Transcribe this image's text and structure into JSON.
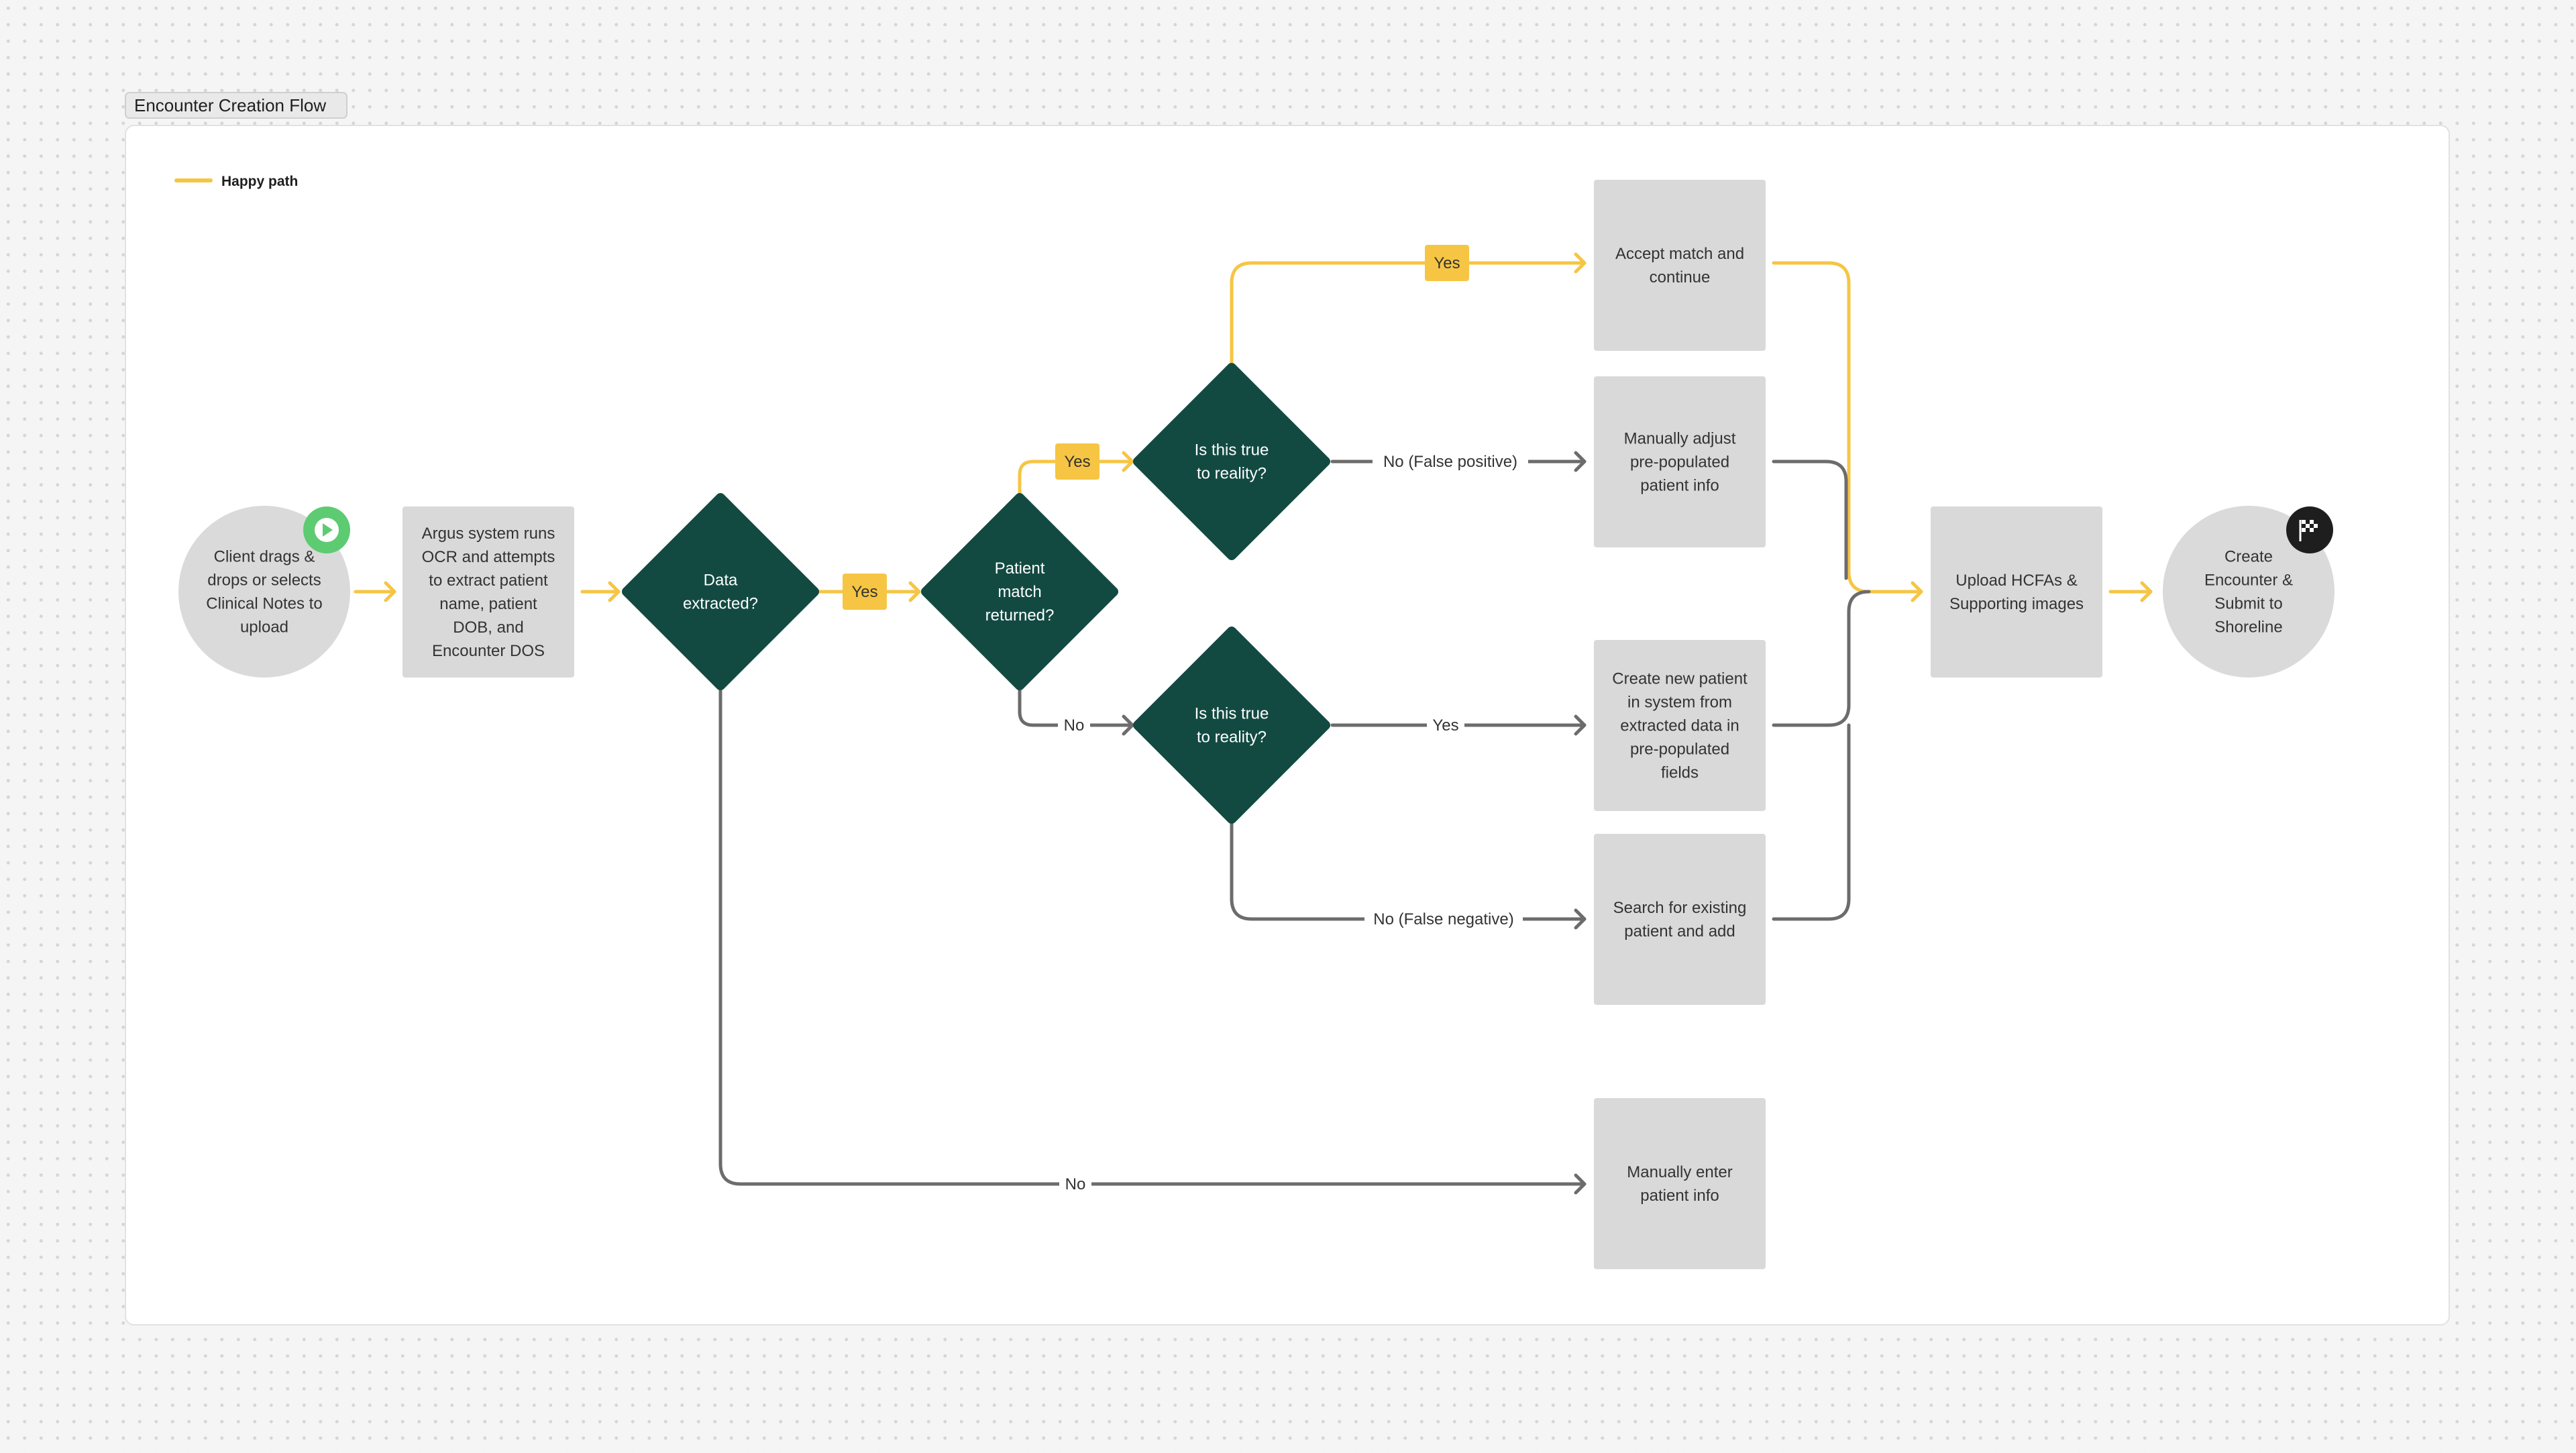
{
  "frame": {
    "title": "Encounter Creation Flow"
  },
  "legend": {
    "happy_path_label": "Happy path"
  },
  "colors": {
    "happy": "#f6c543",
    "normal": "#6c6c6c",
    "decision": "#124a42",
    "process": "#d9d9d9",
    "terminal": "#dadada",
    "start_badge": "#5dcb72",
    "end_badge": "#1e1e1e",
    "label_bg": "#f6c543"
  },
  "nodes": {
    "start": {
      "lines": [
        "Client drags &",
        "drops or selects",
        "Clinical Notes to",
        "upload"
      ],
      "badge_icon": "play-icon"
    },
    "ocr": {
      "lines": [
        "Argus system runs",
        "OCR and attempts",
        "to extract patient",
        "name, patient",
        "DOB, and",
        "Encounter DOS"
      ]
    },
    "data_extracted": {
      "lines": [
        "Data",
        "extracted?"
      ]
    },
    "patient_match": {
      "lines": [
        "Patient",
        "match",
        "returned?"
      ]
    },
    "reality_top": {
      "lines": [
        "Is this true",
        "to reality?"
      ]
    },
    "reality_bottom": {
      "lines": [
        "Is this true",
        "to reality?"
      ]
    },
    "accept_match": {
      "lines": [
        "Accept match and",
        "continue"
      ]
    },
    "manually_adjust": {
      "lines": [
        "Manually adjust",
        "pre-populated",
        "patient info"
      ]
    },
    "create_patient": {
      "lines": [
        "Create new patient",
        "in system from",
        "extracted data in",
        "pre-populated",
        "fields"
      ]
    },
    "search_patient": {
      "lines": [
        "Search for existing",
        "patient and add"
      ]
    },
    "manual_enter": {
      "lines": [
        "Manually enter",
        "patient info"
      ]
    },
    "upload": {
      "lines": [
        "Upload HCFAs &",
        "Supporting images"
      ]
    },
    "end": {
      "lines": [
        "Create",
        "Encounter &",
        "Submit to",
        "Shoreline"
      ],
      "badge_icon": "checkered-flag-icon"
    }
  },
  "edge_labels": {
    "extracted_yes": "Yes",
    "match_yes": "Yes",
    "match_no": "No",
    "top_yes": "Yes",
    "top_no": "No (False positive)",
    "bottom_yes": "Yes",
    "bottom_no": "No (False negative)",
    "extracted_no": "No"
  }
}
